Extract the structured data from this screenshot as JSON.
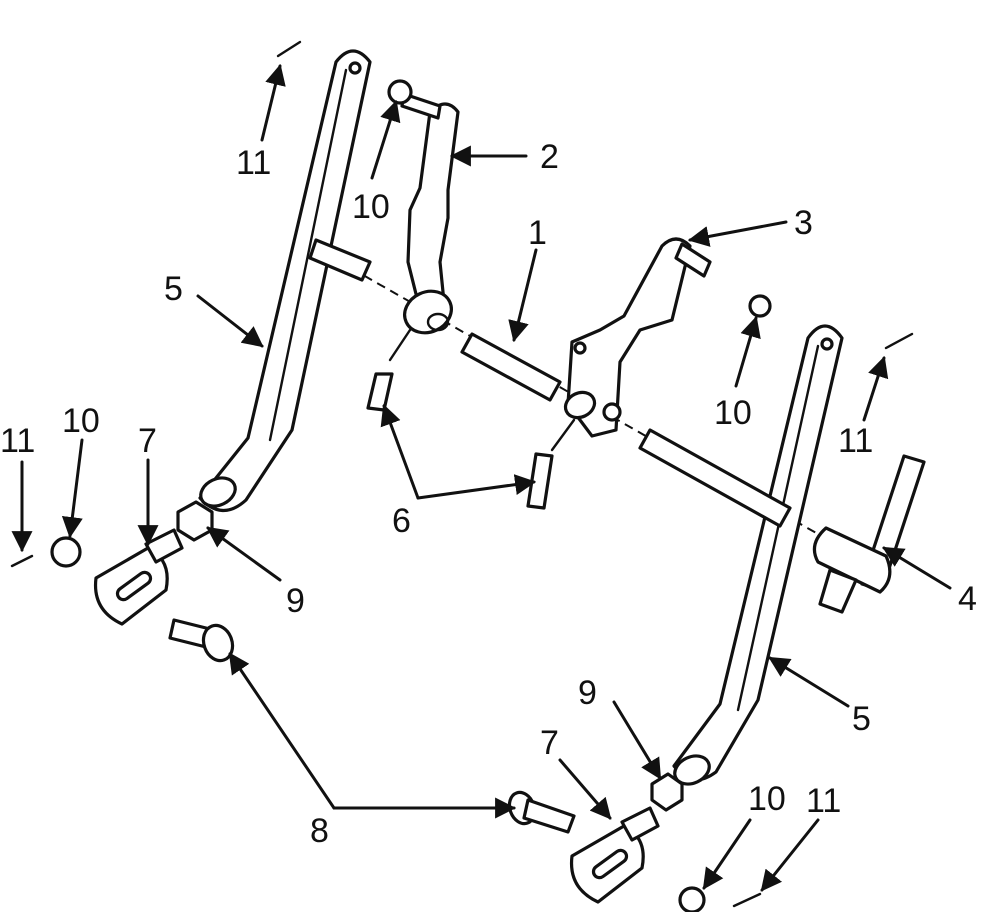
{
  "callouts": {
    "c1": "1",
    "c2": "2",
    "c3": "3",
    "c4": "4",
    "c5a": "5",
    "c5b": "5",
    "c6": "6",
    "c7a": "7",
    "c7b": "7",
    "c8": "8",
    "c9a": "9",
    "c9b": "9",
    "c10a": "10",
    "c10b": "10",
    "c10c": "10",
    "c10d": "10",
    "c11a": "11",
    "c11b": "11",
    "c11c": "11",
    "c11d": "11"
  }
}
